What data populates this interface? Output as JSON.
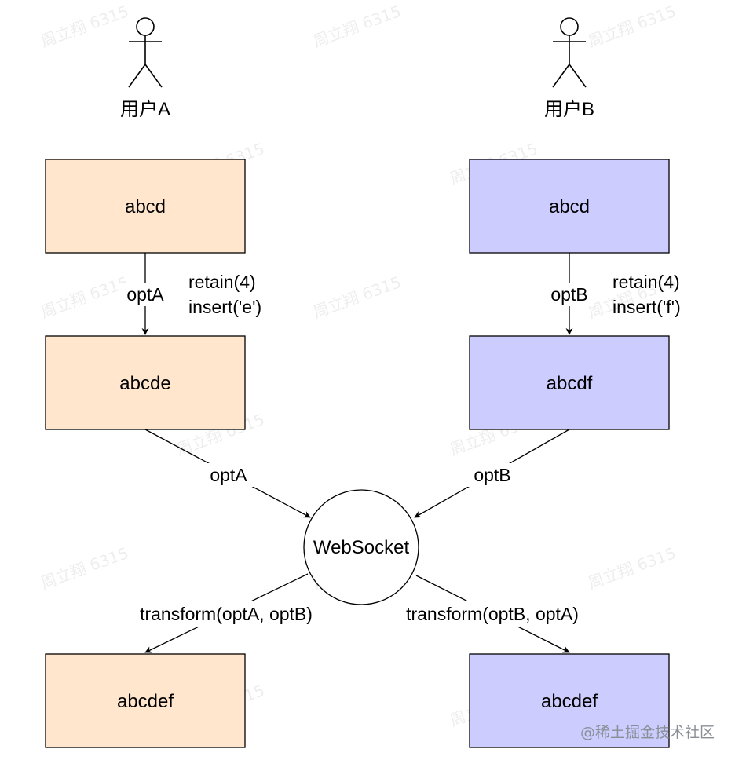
{
  "actors": {
    "a": {
      "label": "用户A"
    },
    "b": {
      "label": "用户B"
    }
  },
  "nodes": {
    "a1": {
      "text": "abcd"
    },
    "a2": {
      "text": "abcde"
    },
    "a3": {
      "text": "abcdef"
    },
    "b1": {
      "text": "abcd"
    },
    "b2": {
      "text": "abcdf"
    },
    "b3": {
      "text": "abcdef"
    },
    "server": {
      "text": "WebSocket"
    }
  },
  "edges": {
    "a_opt": {
      "label": "optA",
      "op_line1": "retain(4)",
      "op_line2": "insert('e')"
    },
    "b_opt": {
      "label": "optB",
      "op_line1": "retain(4)",
      "op_line2": "insert('f')"
    },
    "a_to_server": {
      "label": "optA"
    },
    "b_to_server": {
      "label": "optB"
    },
    "server_to_a": {
      "label": "transform(optA, optB)"
    },
    "server_to_b": {
      "label": "transform(optB, optA)"
    }
  },
  "colors": {
    "user_a_fill": "#ffe6cc",
    "user_b_fill": "#ccccff",
    "stroke": "#000000",
    "circle_fill": "#ffffff"
  },
  "watermark": {
    "text": "周立翔 6315"
  },
  "footer": {
    "text": "@稀土掘金技术社区"
  }
}
